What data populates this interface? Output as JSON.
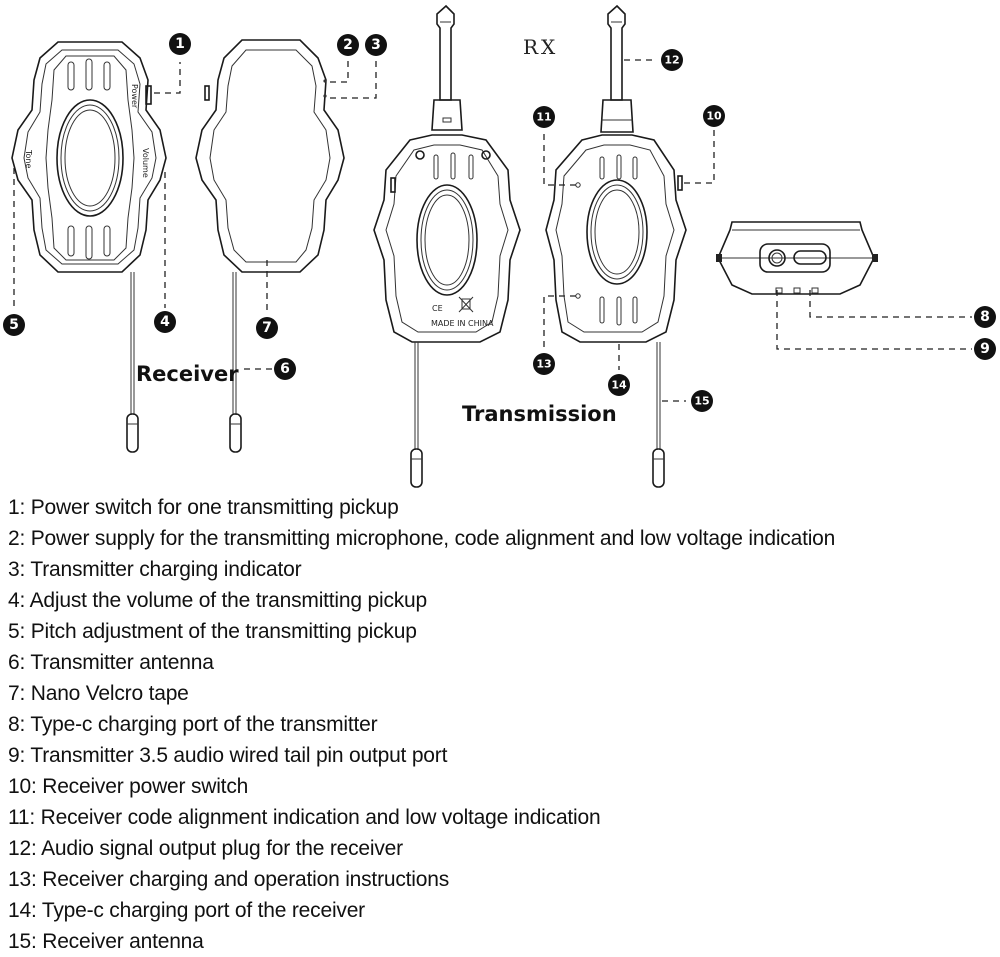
{
  "diagram": {
    "receiver_label": "Receiver",
    "transmission_label": "Transmission",
    "rx_label": "RX",
    "device_markings": {
      "power": "Power",
      "volume": "Volume",
      "tone": "Tone",
      "made_in": "MADE IN CHINA",
      "ce": "CE"
    },
    "callouts": [
      "1",
      "2",
      "3",
      "4",
      "5",
      "6",
      "7",
      "8",
      "9",
      "10",
      "11",
      "12",
      "13",
      "14",
      "15"
    ]
  },
  "legend": [
    {
      "num": "1",
      "text": "1: Power switch for one transmitting pickup"
    },
    {
      "num": "2",
      "text": "2: Power supply for the transmitting microphone, code alignment and low voltage indication"
    },
    {
      "num": "3",
      "text": "3: Transmitter charging indicator"
    },
    {
      "num": "4",
      "text": "4: Adjust the volume of the transmitting pickup"
    },
    {
      "num": "5",
      "text": "5: Pitch adjustment of the transmitting pickup"
    },
    {
      "num": "6",
      "text": "6: Transmitter antenna"
    },
    {
      "num": "7",
      "text": "7: Nano Velcro tape"
    },
    {
      "num": "8",
      "text": "8: Type-c charging port of the transmitter"
    },
    {
      "num": "9",
      "text": "9: Transmitter 3.5 audio wired tail pin output port"
    },
    {
      "num": "10",
      "text": "10: Receiver power switch"
    },
    {
      "num": "11",
      "text": "11: Receiver code alignment indication and low voltage indication"
    },
    {
      "num": "12",
      "text": "12: Audio signal output plug for the receiver"
    },
    {
      "num": "13",
      "text": "13: Receiver charging and operation instructions"
    },
    {
      "num": "14",
      "text": "14: Type-c charging port of the receiver"
    },
    {
      "num": "15",
      "text": "15: Receiver antenna"
    }
  ]
}
